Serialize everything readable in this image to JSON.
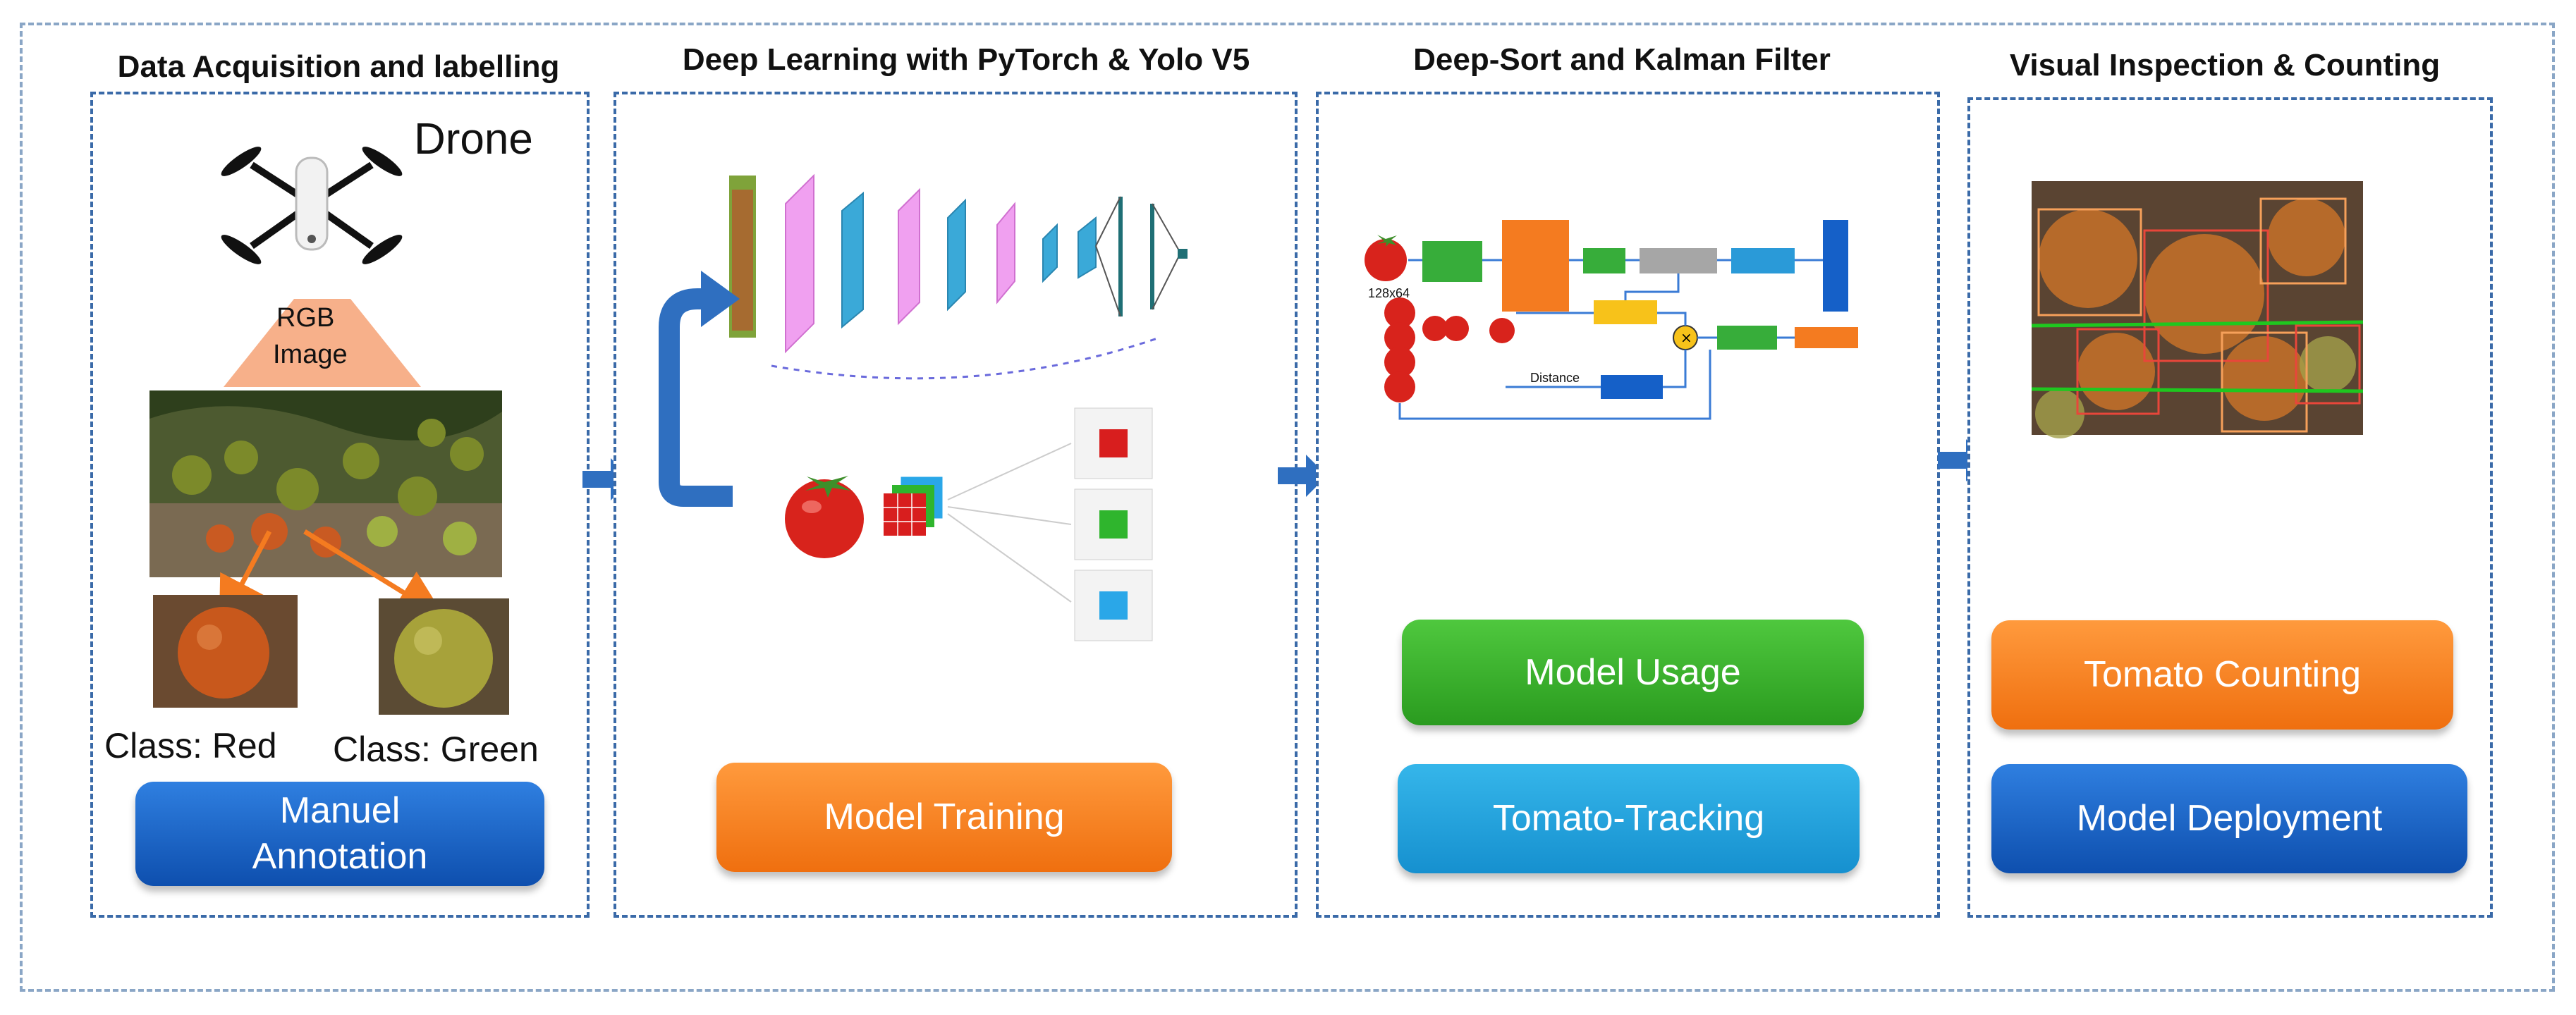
{
  "stages": [
    {
      "title": "Data Acquisition and labelling"
    },
    {
      "title": "Deep Learning with PyTorch & Yolo V5"
    },
    {
      "title": "Deep-Sort and Kalman Filter"
    },
    {
      "title": "Visual Inspection & Counting"
    }
  ],
  "acquisition": {
    "drone_label": "Drone",
    "rgb_label_line1": "RGB",
    "rgb_label_line2": "Image",
    "class_red": "Class: Red",
    "class_green": "Class: Green",
    "annotation_line1": "Manuel",
    "annotation_line2": "Annotation"
  },
  "training": {
    "button": "Model Training"
  },
  "tracking": {
    "input_size": "128x64",
    "distance_label": "Distance",
    "usage_button": "Model Usage",
    "tracking_button": "Tomato-Tracking"
  },
  "inspection": {
    "counting_button": "Tomato Counting",
    "deployment_button": "Model Deployment"
  },
  "colors": {
    "flow_arrow": "#2f6fc0",
    "button_blue": "#1560c8",
    "button_orange": "#f47b20",
    "button_green": "#36ae2c",
    "button_cyan": "#22a3de"
  }
}
